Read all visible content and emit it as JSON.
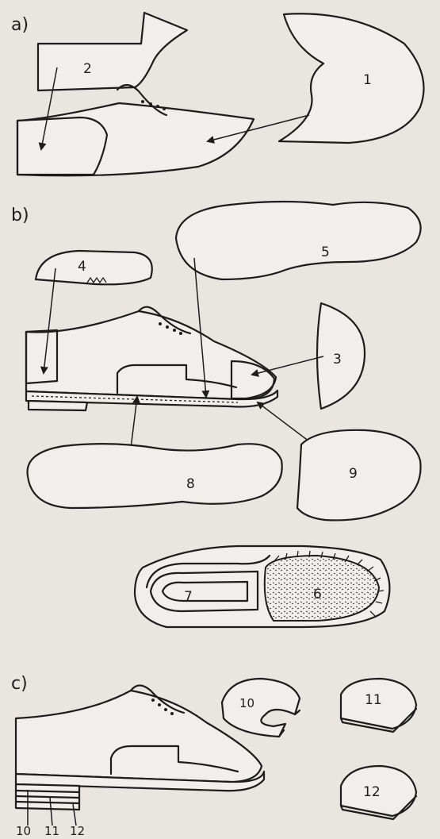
{
  "section_labels": {
    "a": "a)",
    "b": "b)",
    "c": "c)"
  },
  "part_labels": {
    "p1": "1",
    "p2": "2",
    "p3": "3",
    "p4": "4",
    "p5": "5",
    "p6": "6",
    "p7": "7",
    "p8": "8",
    "p9": "9",
    "p10": "10",
    "p11": "11",
    "p12": "12"
  },
  "heel_stack_labels": {
    "l10": "10",
    "l11": "11",
    "l12": "12"
  },
  "colors": {
    "ink": "#1d1d1b",
    "paper": "#e9e6e1",
    "fill": "#f1efeb"
  }
}
